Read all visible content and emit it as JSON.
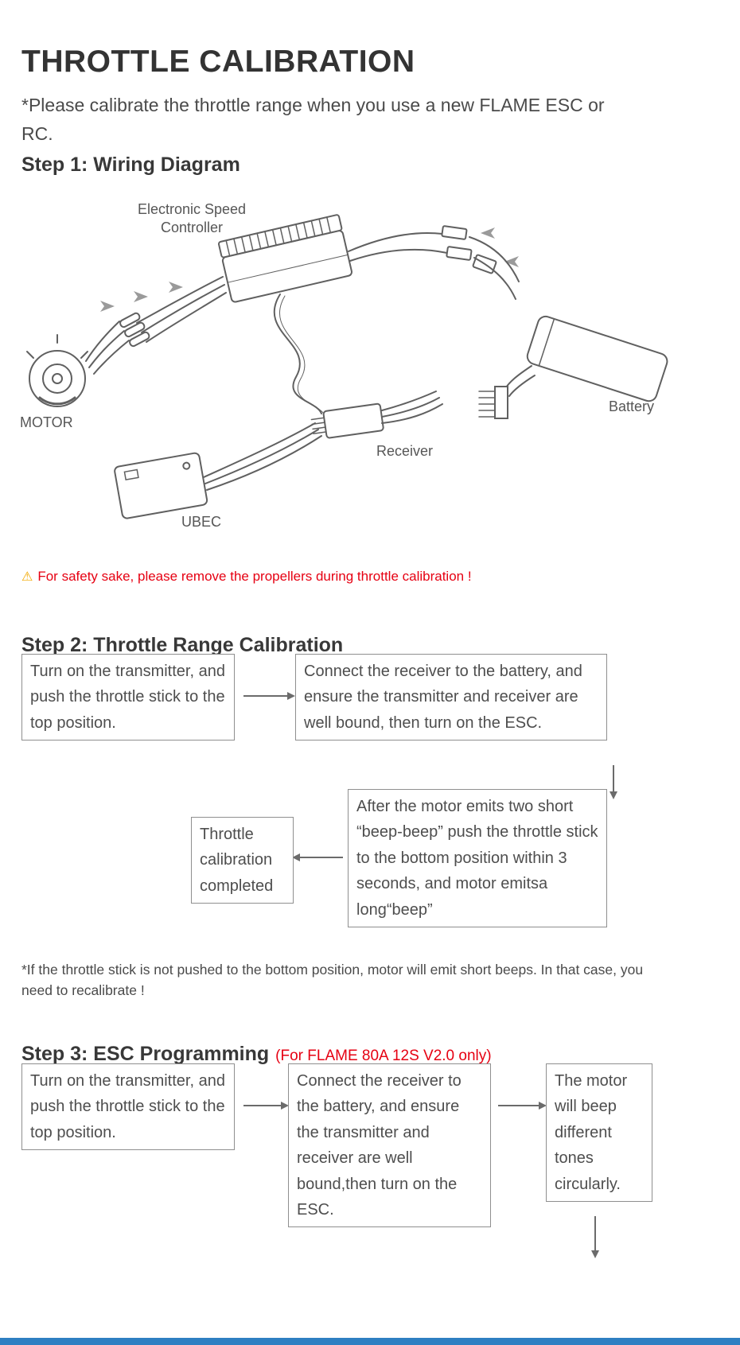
{
  "colors": {
    "accent_red": "#e60012",
    "warning_yellow": "#f2a900",
    "footer_blue": "#2e7fc2",
    "text_dark": "#333333",
    "box_border_gray": "#8f8f8f"
  },
  "icons": {
    "warning": "⚠"
  },
  "header": {
    "title": "THROTTLE CALIBRATION",
    "subtitle": "*Please calibrate the throttle range when you use a new FLAME ESC or RC."
  },
  "step1": {
    "heading": "Step 1: Wiring Diagram",
    "diagram_labels": {
      "esc": "Electronic Speed Controller",
      "motor": "MOTOR",
      "battery": "Battery",
      "receiver": "Receiver",
      "ubec": "UBEC"
    },
    "warning": "For safety sake, please remove the propellers during throttle calibration !"
  },
  "step2": {
    "heading": "Step 2: Throttle Range Calibration",
    "boxes": {
      "box1": "Turn on the transmitter, and push the throttle stick to the top position.",
      "box2": "Connect the receiver to the battery, and ensure the transmitter and receiver are well bound, then turn on the ESC.",
      "box3": "After the motor emits two short “beep-beep” push the throttle stick to the bottom position within 3 seconds, and motor emitsa long“beep”",
      "box4": "Throttle calibration completed"
    },
    "footnote": "*If the throttle stick is not pushed to the bottom position, motor will emit short beeps. In that case, you need to recalibrate !"
  },
  "step3": {
    "heading": "Step 3: ESC Programming",
    "heading_note": "(For FLAME 80A 12S V2.0 only)",
    "boxes": {
      "box1": "Turn on the transmitter, and push the throttle stick to the top position.",
      "box2": "Connect the receiver to the battery, and ensure the transmitter and receiver are well bound,then turn on the ESC.",
      "box3": "The motor will beep different tones circularly."
    }
  }
}
